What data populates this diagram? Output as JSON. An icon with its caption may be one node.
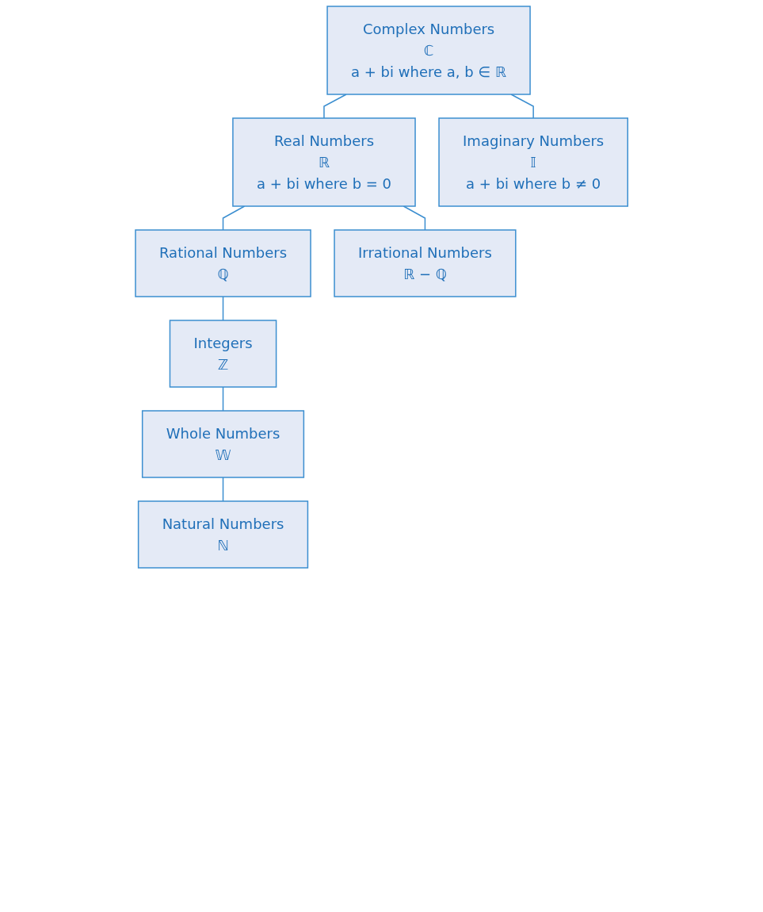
{
  "diagram": {
    "nodes": [
      {
        "text": [
          "Complex Numbers",
          "ℂ",
          "a + bi where a, b ∈ ℝ"
        ]
      },
      {
        "text": [
          "Real Numbers",
          "ℝ",
          "a + bi where b = 0"
        ]
      },
      {
        "text": [
          "Imaginary Numbers",
          "𝕀",
          "a + bi where b ≠ 0"
        ]
      },
      {
        "text": [
          "Rational Numbers",
          "ℚ"
        ]
      },
      {
        "text": [
          "Irrational Numbers",
          "ℝ − ℚ"
        ]
      },
      {
        "text": [
          "Integers",
          "ℤ"
        ]
      },
      {
        "text": [
          "Whole Numbers",
          "𝕎"
        ]
      },
      {
        "text": [
          "Natural Numbers",
          "ℕ"
        ]
      }
    ],
    "edges": [
      {
        "from": 0,
        "to": 1,
        "arrow": "none"
      },
      {
        "from": 0,
        "to": 2,
        "arrow": "none"
      },
      {
        "from": 1,
        "to": 3,
        "arrow": "none"
      },
      {
        "from": 1,
        "to": 4,
        "arrow": "none"
      },
      {
        "from": 3,
        "to": 5,
        "arrow": "none"
      },
      {
        "from": 5,
        "to": 6,
        "arrow": "none"
      },
      {
        "from": 6,
        "to": 7,
        "arrow": "none"
      }
    ]
  }
}
